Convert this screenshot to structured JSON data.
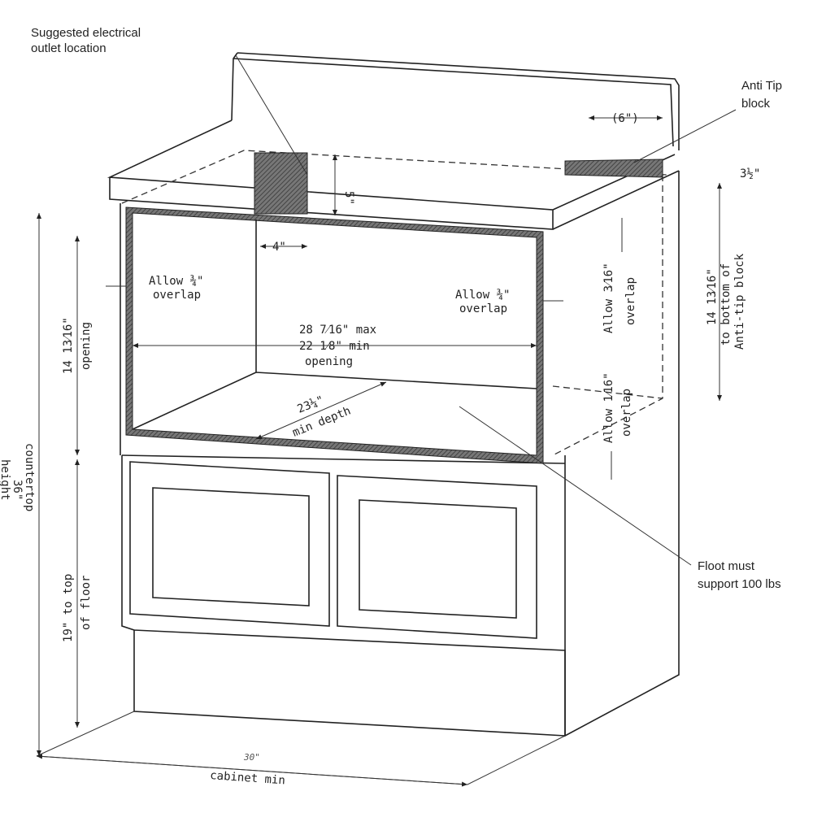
{
  "callouts": {
    "outlet": [
      "Suggested electrical",
      "outlet location"
    ],
    "anti_tip": [
      "Anti Tip",
      "block"
    ],
    "floor": [
      "Floot must",
      "support 100 lbs"
    ]
  },
  "dimensions": {
    "outlet_width": "4\"",
    "outlet_height": "5\"",
    "anti_tip_width": "(6\")",
    "anti_tip_height": "3½\"",
    "side_overlap_left": [
      "Allow ¾\"",
      "overlap"
    ],
    "side_overlap_right": [
      "Allow ¾\"",
      "overlap"
    ],
    "top_overlap": [
      "Allow 3⁄16\"",
      "overlap"
    ],
    "bottom_overlap": [
      "Allow 1⁄16\"",
      "overlap"
    ],
    "opening_width": [
      "28 7⁄16\" max",
      "22 1⁄8\" min",
      "opening"
    ],
    "opening_depth": [
      "23¼\"",
      "min depth"
    ],
    "opening_height": [
      "14 13⁄16\"",
      "opening"
    ],
    "anti_tip_to_bottom": [
      "14 13⁄16\"",
      "to bottom of",
      "Anti-tip block"
    ],
    "countertop_height": [
      "36\"",
      "countertop",
      "height"
    ],
    "floor_height": [
      "19\" to top",
      "of floor"
    ],
    "cabinet_width": [
      "30\"",
      "cabinet min"
    ]
  },
  "colors": {
    "line": "#222222",
    "hatch": "#555555"
  }
}
